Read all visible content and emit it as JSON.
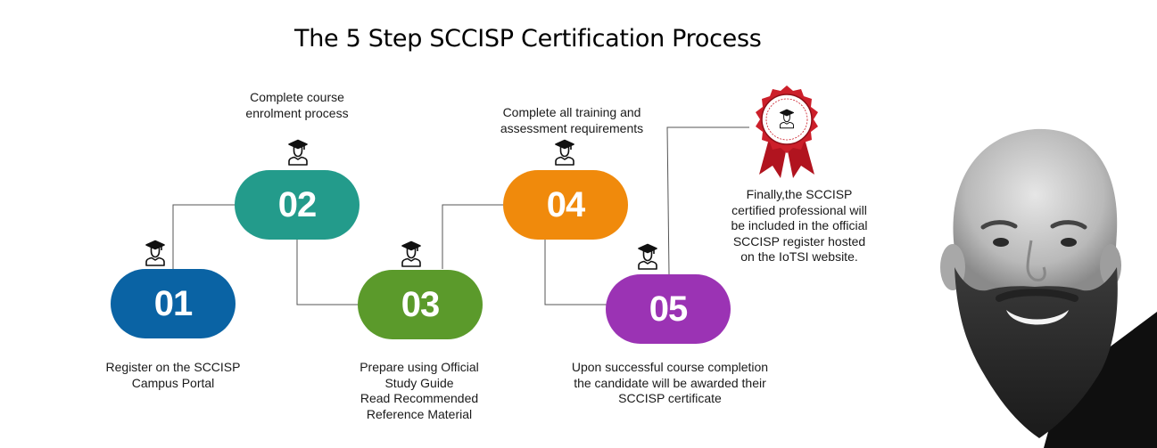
{
  "title": "The 5 Step SCCISP Certification Process",
  "steps": [
    {
      "number": "01",
      "color": "#0a63a4",
      "lines": [
        "Register on the SCCISP",
        "Campus Portal"
      ]
    },
    {
      "number": "02",
      "color": "#239b8b",
      "lines": [
        "Complete course",
        "enrolment process"
      ]
    },
    {
      "number": "03",
      "color": "#5b9a2b",
      "lines": [
        "Prepare using Official",
        "Study Guide",
        "Read Recommended",
        "Reference Material"
      ]
    },
    {
      "number": "04",
      "color": "#f08a0c",
      "lines": [
        "Complete all training and",
        "assessment requirements"
      ]
    },
    {
      "number": "05",
      "color": "#9b33b4",
      "lines": [
        "Upon successful course completion",
        "the candidate will be awarded their",
        "SCCISP certificate"
      ]
    }
  ],
  "final_note": {
    "lines": [
      "Finally,the SCCISP",
      "certified professional will",
      "be included in the official",
      "SCCISP register hosted",
      "on the IoTSI website."
    ]
  },
  "icons": {
    "step": "graduate-person-icon",
    "seal": "certificate-seal-icon"
  },
  "colors": {
    "connector": "#555555",
    "seal_red": "#cc1f2a"
  }
}
